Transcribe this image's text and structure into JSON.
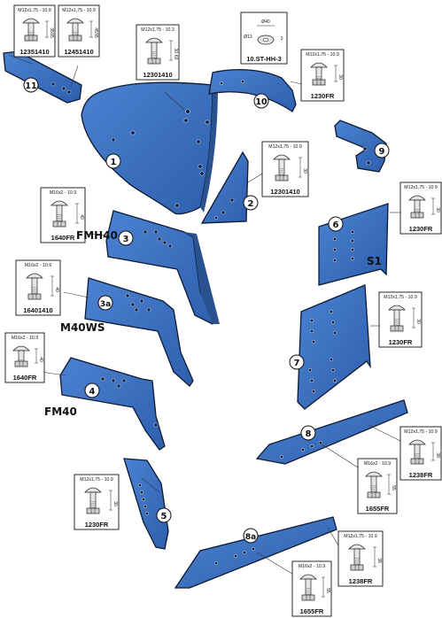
{
  "colors": {
    "part_fill": "#3a6fbe",
    "part_edge": "#0d1a33",
    "part_shadow": "#2a528f",
    "hardware": "#e6e6e6"
  },
  "model_labels": {
    "fmh40": "FMH40",
    "m40ws": "M40WS",
    "fm40": "FM40",
    "s1": "S1"
  },
  "callouts": {
    "p1": "1",
    "p2": "2",
    "p3": "3",
    "p3a": "3a",
    "p4": "4",
    "p5": "5",
    "p6": "6",
    "p7": "7",
    "p8": "8",
    "p8a": "8a",
    "p9": "9",
    "p10": "10",
    "p11": "11"
  },
  "bolt_boxes": {
    "b12351410": {
      "spec": "M12x1,75 - 10.9",
      "code": "12351410",
      "dims": [
        "35",
        "65"
      ],
      "icon": "bolt-icon"
    },
    "b12451410": {
      "spec": "M12x1,75 - 10.9",
      "code": "12451410",
      "dims": [
        "45",
        "55"
      ],
      "icon": "bolt-icon"
    },
    "b12301410a": {
      "spec": "M12x1,75 - 10.3",
      "code": "12301410",
      "dims": [
        "30",
        "60"
      ],
      "icon": "bolt-icon"
    },
    "b10sthh3": {
      "spec": "",
      "code": "10.ST-HH-3",
      "dims": [
        "Ø40",
        "Ø13",
        "3"
      ],
      "icon": "washer-icon"
    },
    "b1230fr10": {
      "spec": "M12x1,75 - 10.9",
      "code": "1230FR",
      "dims": [
        "30"
      ],
      "icon": "bolt-icon"
    },
    "b12301410b": {
      "spec": "M12x1,75 - 10.9",
      "code": "12301410",
      "dims": [
        "30"
      ],
      "icon": "bolt-icon"
    },
    "b1640fr3": {
      "spec": "M16x2 - 10.9",
      "code": "1640FR",
      "dims": [
        "40"
      ],
      "icon": "bolt-icon"
    },
    "b1230fr6": {
      "spec": "M12x1,75 - 10.9",
      "code": "1230FR",
      "dims": [
        "30"
      ],
      "icon": "bolt-icon"
    },
    "b16401410": {
      "spec": "M16x2 - 10.9",
      "code": "16401410",
      "dims": [
        "40"
      ],
      "icon": "bolt-icon"
    },
    "b1230fr7": {
      "spec": "M12x1,75 - 10.9",
      "code": "1230FR",
      "dims": [
        "30"
      ],
      "icon": "bolt-icon"
    },
    "b1640fr4": {
      "spec": "M16x2 - 10.9",
      "code": "1640FR",
      "dims": [
        "40"
      ],
      "icon": "bolt-icon"
    },
    "b1238fr8": {
      "spec": "M12x1,75 - 10.9",
      "code": "1238FR",
      "dims": [
        "38"
      ],
      "icon": "bolt-icon"
    },
    "b1655fr8": {
      "spec": "M16x2 - 10.9",
      "code": "1655FR",
      "dims": [
        "55"
      ],
      "icon": "bolt-icon"
    },
    "b1230fr5": {
      "spec": "M12x1,75 - 10.9",
      "code": "1230FR",
      "dims": [
        "30"
      ],
      "icon": "bolt-icon"
    },
    "b1238fr8a": {
      "spec": "M12x1,75 - 10.9",
      "code": "1238FR",
      "dims": [
        "38"
      ],
      "icon": "bolt-icon"
    },
    "b1655fr8a": {
      "spec": "M16x2 - 10.9",
      "code": "1655FR",
      "dims": [
        "55"
      ],
      "icon": "bolt-icon"
    }
  }
}
